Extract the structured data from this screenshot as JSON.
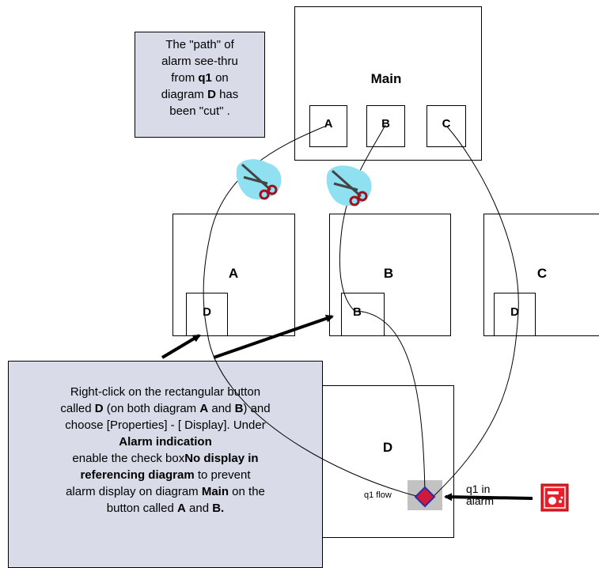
{
  "diagrams": {
    "main": {
      "title": "Main",
      "buttons": [
        "A",
        "B",
        "C"
      ]
    },
    "a": {
      "title": "A",
      "button": "D"
    },
    "b": {
      "title": "B",
      "button": "B"
    },
    "c": {
      "title": "C",
      "button": "D"
    },
    "d": {
      "title": "D",
      "q1_label": "q1 flow"
    }
  },
  "top_note": {
    "line1": "The \"path\" of",
    "line2": "alarm see-thru",
    "line3_pre": "from ",
    "line3_bold": "q1",
    "line3_post": " on",
    "line4_pre": "diagram ",
    "line4_bold": "D",
    "line4_post": " has",
    "line5": "been \"cut\" ."
  },
  "bottom_note": {
    "l1": "Right-click on the rectangular button",
    "l2_a": "called ",
    "l2_b": "D",
    "l2_c": " (on both diagram ",
    "l2_d": "A",
    "l2_e": " and ",
    "l2_f": "B",
    "l2_g": ") and",
    "l3": "choose [Properties] - [ Display]. Under",
    "l4": "Alarm indication",
    "l5_a": "enable the check box",
    "l5_b": "No display in",
    "l6_a": "referencing diagram",
    "l6_b": " to prevent",
    "l7_a": "alarm display on diagram ",
    "l7_b": "Main",
    "l7_c": " on the",
    "l8_a": "button called ",
    "l8_b": "A",
    "l8_c": " and ",
    "l8_d": "B."
  },
  "alarm_label": {
    "line1": "q1  in",
    "line2": "alarm"
  },
  "colors": {
    "note_bg": "#d9dbe9",
    "alarm_red": "#e8202a",
    "diamond": "#d01a3a",
    "diamond_outline": "#2a2aa8",
    "scissors_bg": "#8fe0f0"
  }
}
